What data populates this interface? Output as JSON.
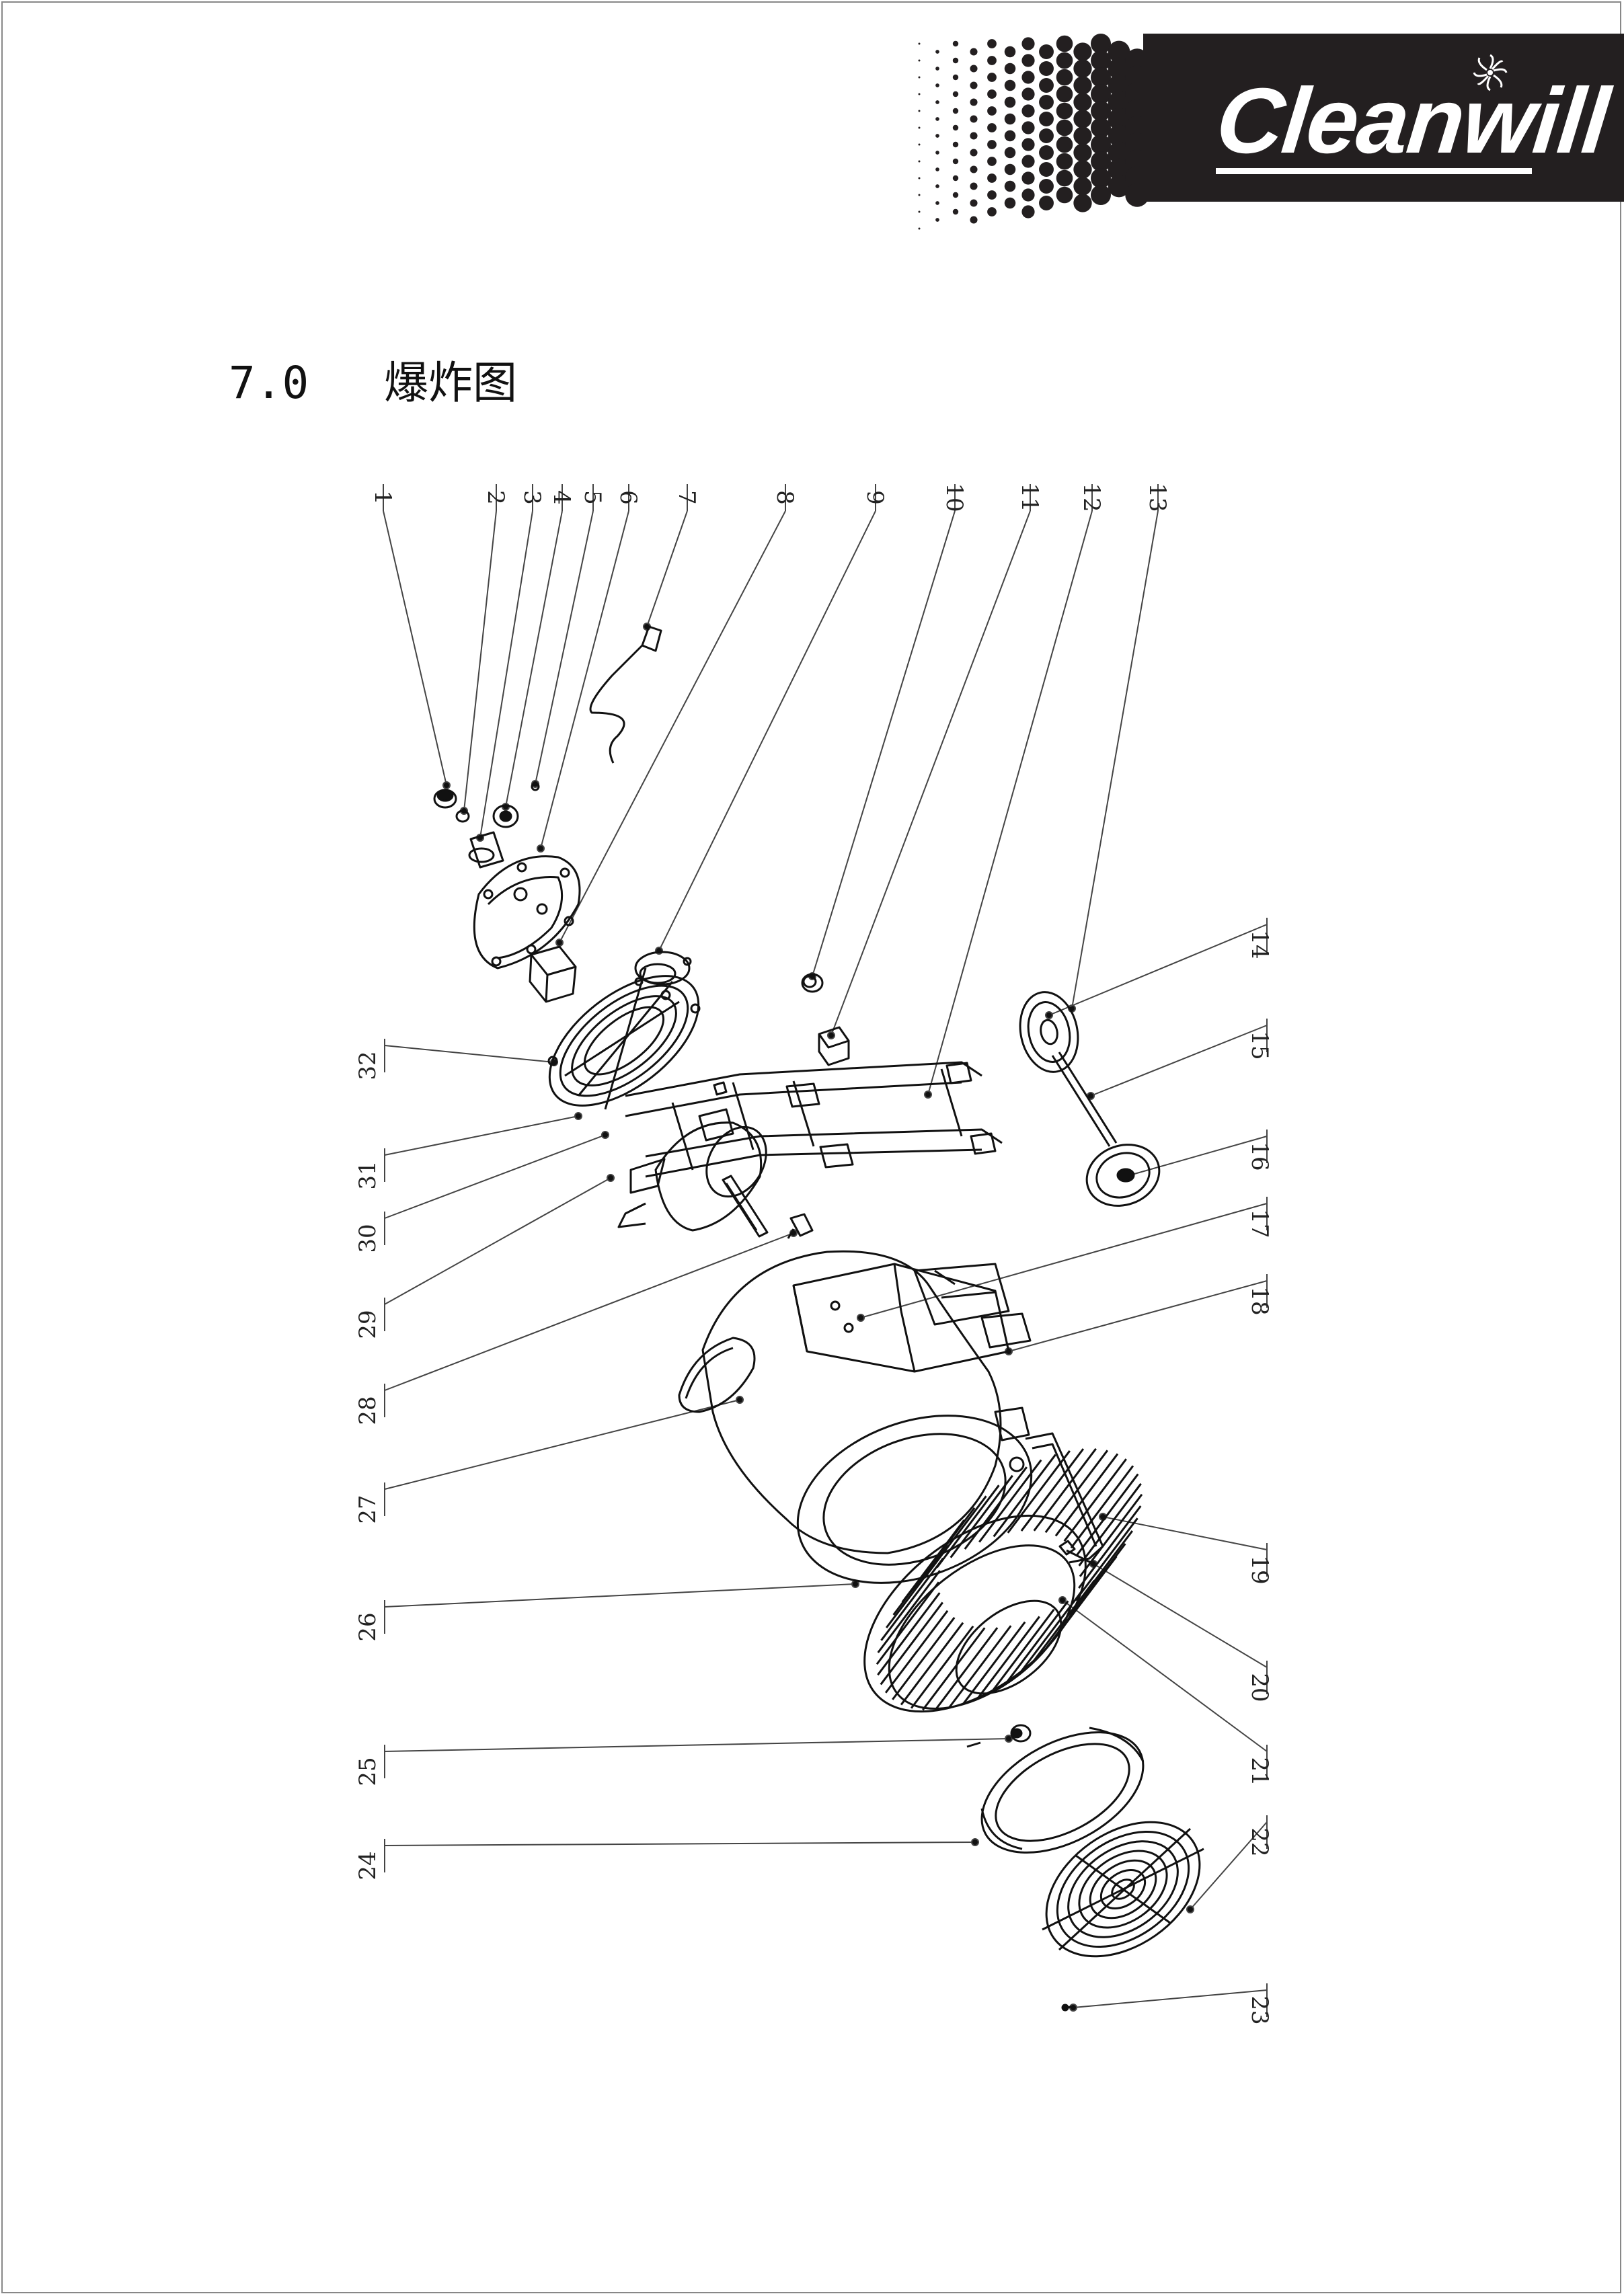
{
  "brand": {
    "name": "Cleanwill",
    "colors": {
      "bar": "#231f20",
      "text": "#ffffff",
      "dots": "#231f20"
    },
    "icons": [
      "swirl-logo-icon",
      "halftone-dot-pattern"
    ]
  },
  "section": {
    "number": "7.0",
    "title": "爆炸图"
  },
  "diagram": {
    "type": "exploded-parts-view",
    "callouts_top": [
      "1",
      "2",
      "3",
      "4",
      "5",
      "6",
      "7",
      "8",
      "9",
      "10",
      "11",
      "12",
      "13"
    ],
    "callouts_left": [
      "32",
      "31",
      "30",
      "29",
      "28",
      "27",
      "26",
      "25",
      "24"
    ],
    "callouts_right": [
      "14",
      "15",
      "16",
      "17",
      "18",
      "19",
      "20",
      "21",
      "22",
      "23"
    ],
    "line_color": "#111111",
    "leader_color": "#333333"
  }
}
